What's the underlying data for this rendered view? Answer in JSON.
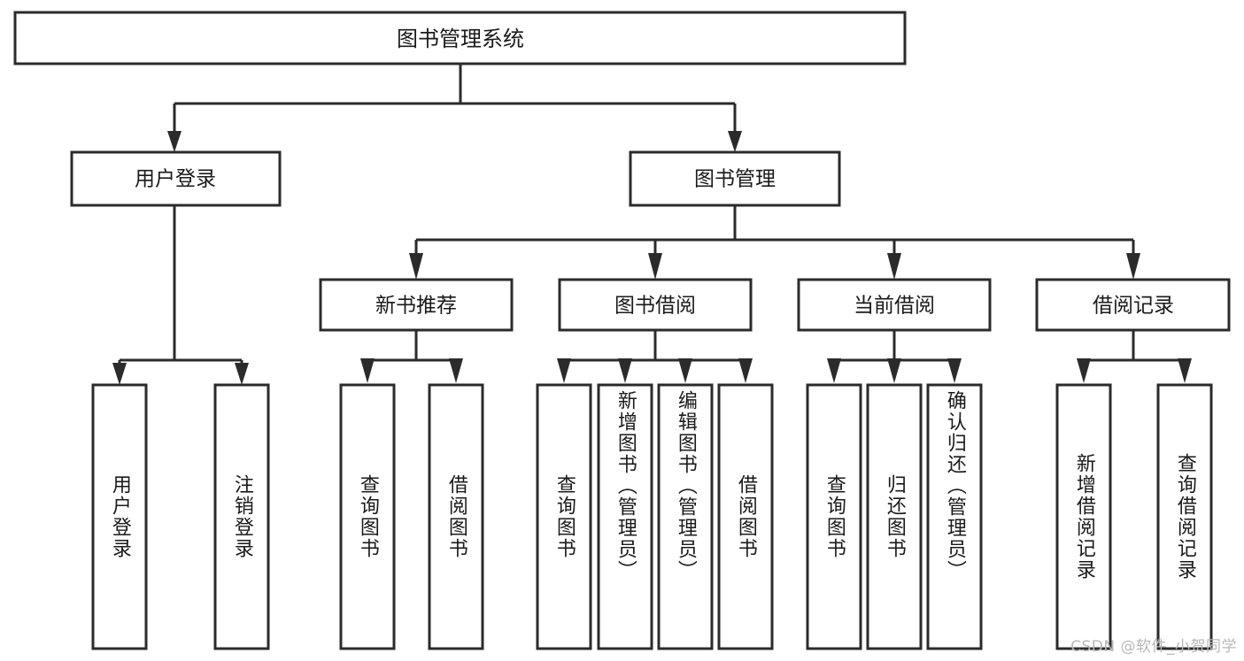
{
  "diagram": {
    "type": "hierarchy-tree",
    "title": "图书管理系统",
    "root": {
      "label": "图书管理系统"
    },
    "level2": [
      {
        "label": "用户登录"
      },
      {
        "label": "图书管理"
      }
    ],
    "level3": [
      {
        "label": "新书推荐"
      },
      {
        "label": "图书借阅"
      },
      {
        "label": "当前借阅"
      },
      {
        "label": "借阅记录"
      }
    ],
    "leaves": {
      "user_login": [
        {
          "label": "用户登录"
        },
        {
          "label": "注销登录"
        }
      ],
      "new_book_recommend": [
        {
          "label": "查询图书"
        },
        {
          "label": "借阅图书"
        }
      ],
      "book_borrow": [
        {
          "label": "查询图书"
        },
        {
          "label": "新增图书（管理员）"
        },
        {
          "label": "编辑图书（管理员）"
        },
        {
          "label": "借阅图书"
        }
      ],
      "current_borrow": [
        {
          "label": "查询图书"
        },
        {
          "label": "归还图书"
        },
        {
          "label": "确认归还（管理员）"
        }
      ],
      "borrow_record": [
        {
          "label": "新增借阅记录"
        },
        {
          "label": "查询借阅记录"
        }
      ]
    }
  },
  "watermark": {
    "text": "CSDN @软件_小贺同学"
  },
  "colors": {
    "stroke": "#2b2b2b",
    "background": "#ffffff",
    "text": "#1a1a1a",
    "watermark": "#b8b8b8"
  }
}
